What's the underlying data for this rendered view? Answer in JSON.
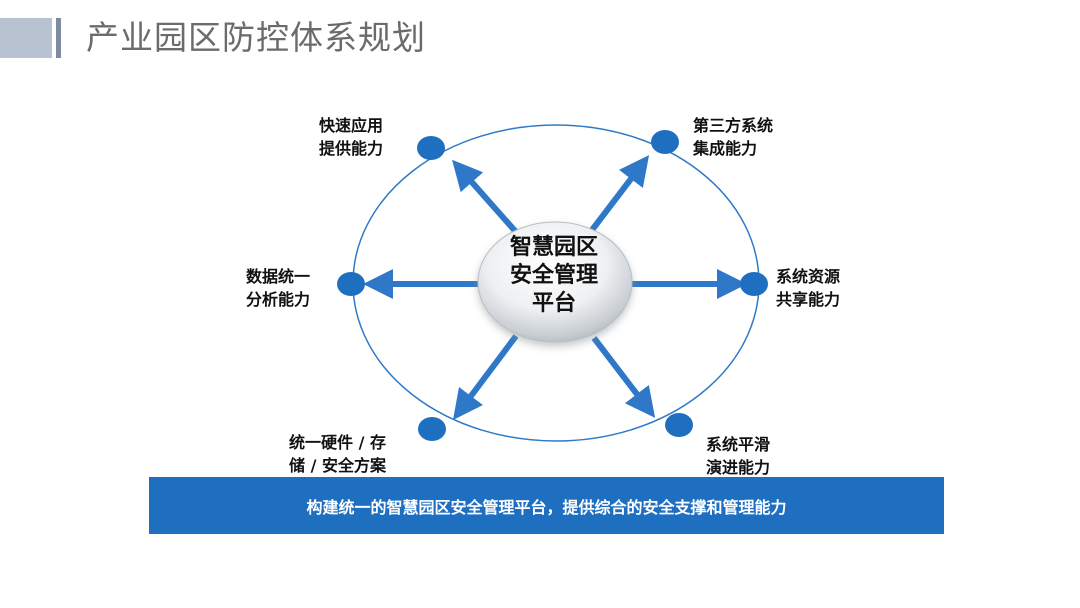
{
  "page": {
    "title": "产业园区防控体系规划"
  },
  "center": {
    "lines": [
      "智慧园区",
      "安全管理",
      "平台"
    ]
  },
  "nodes": [
    {
      "id": "top-left",
      "lines": [
        "快速应用",
        "提供能力"
      ]
    },
    {
      "id": "top-right",
      "lines": [
        "第三方系统",
        "集成能力"
      ]
    },
    {
      "id": "left",
      "lines": [
        "数据统一",
        "分析能力"
      ]
    },
    {
      "id": "right",
      "lines": [
        "系统资源",
        "共享能力"
      ]
    },
    {
      "id": "bottom-left",
      "lines": [
        "统一硬件 / 存",
        "储 / 安全方案"
      ]
    },
    {
      "id": "bottom-right",
      "lines": [
        "系统平滑",
        "演进能力"
      ]
    }
  ],
  "banner": {
    "text": "构建统一的智慧园区安全管理平台，提供综合的安全支撑和管理能力"
  },
  "colors": {
    "accent": "#1f6fc1",
    "node": "#1f6fc1",
    "ring": "#2f7ac6",
    "title_text": "#6b6b6b"
  }
}
